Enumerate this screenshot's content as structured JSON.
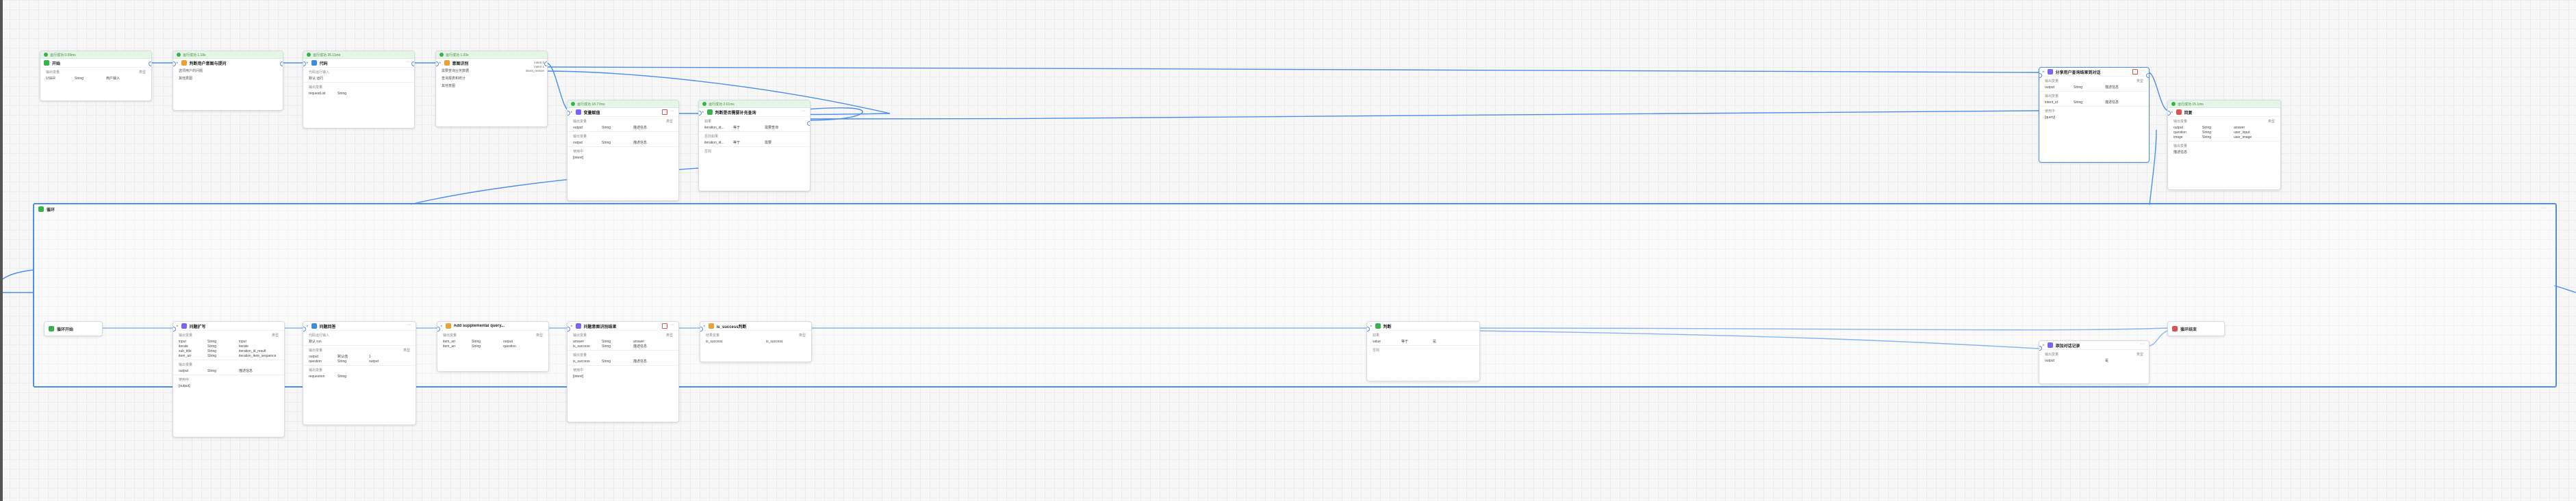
{
  "colors": {
    "accent": "#4a8ef0",
    "success": "#36b44a",
    "status_bg": "#e6f6e6"
  },
  "status": {
    "n_start": "运行成功 0.09ms",
    "n1": "运行成功 1.18s",
    "n2": "运行成功 35.11ms",
    "n3": "运行成功 1.03s",
    "n4": "运行成功 18.77ms",
    "n5": "运行成功 2.61ms",
    "n_right2": "运行成功 15.1ms"
  },
  "nodes": {
    "start": {
      "title": "开始",
      "sec_out": "输出变量",
      "sec_type": "类型",
      "r1": [
        "USER",
        "String",
        "用户输入"
      ]
    },
    "n1": {
      "title": "判断用户意图与提问",
      "items": [
        "选项用户的问题",
        "其他意图"
      ]
    },
    "n2": {
      "title": "代码",
      "sec_in": "代码运行输入",
      "in_val": "默认 运行",
      "sec_out": "输出变量",
      "r1": [
        "requestList",
        "String"
      ]
    },
    "n3": {
      "title": "意图识别",
      "items": [
        "需要查询业务数据",
        "查询报表和统计",
        "其他意图"
      ],
      "labels": [
        "intent 0",
        "intent 1",
        "intent_reason"
      ]
    },
    "n4": {
      "title": "变量赋值",
      "sec_out": "输出变量",
      "sec_type": "类型",
      "r1": [
        "output",
        "String",
        "描述信息"
      ],
      "sec_in": "输出变量",
      "r2": [
        "output",
        "String",
        "描述信息"
      ],
      "sec_used": "使用中",
      "used": "[intent]"
    },
    "n5": {
      "title": "判断是否需要补充查询",
      "if_lbl": "如果",
      "r1": [
        "iteration_id...",
        "等于",
        "需要查询"
      ],
      "elif_lbl": "否则如果",
      "r2": [
        "iteration_id...",
        "等于",
        "需要"
      ],
      "else_lbl": "否则"
    },
    "r1": {
      "title": "分享用户查询结果到对话",
      "sec_out": "输出变量",
      "sec_type": "类型",
      "r1": [
        "output",
        "String",
        "描述信息"
      ],
      "sec_in": "输出变量",
      "r2": [
        "intent_id",
        "String",
        "描述信息"
      ],
      "sec_used": "使用中",
      "used": "[query]"
    },
    "r2": {
      "title": "回复",
      "sec_out": "输出变量",
      "sec_type": "类型",
      "r1": [
        "output",
        "String",
        "answer"
      ],
      "r2": [
        "question",
        "String",
        "user_input"
      ],
      "r3": [
        "image",
        "String",
        "user_image"
      ],
      "sec_in": "输出变量",
      "used": "描述信息"
    }
  },
  "loop": {
    "title": "循环",
    "start_label": "循环开始",
    "end_label": "循环结束"
  },
  "inner": {
    "a": {
      "title": "问题扩写",
      "sec_out": "输出变量",
      "sec_type": "类型",
      "rows": [
        [
          "input",
          "String",
          "input"
        ],
        [
          "iterate",
          "String",
          "iterate"
        ],
        [
          "sub_title",
          "String",
          "iteration_id_result"
        ],
        [
          "item_arr",
          "String",
          "iteration_item_sequence"
        ]
      ],
      "sec_in": "输出变量",
      "r_out": [
        "output",
        "String",
        "描述信息"
      ],
      "sec_used": "使用中",
      "used": "[output]"
    },
    "b": {
      "title": "问题回答",
      "sec_in": "代码运行输入",
      "in_val": "默认 run",
      "sec_mid": "输出变量",
      "sec_type": "类型",
      "rows": [
        [
          "output",
          "默认值",
          "1"
        ],
        [
          "question",
          "String",
          "output"
        ]
      ],
      "sec_out": "输出变量",
      "r_out": [
        "requestion",
        "String"
      ]
    },
    "c": {
      "title": "Add supplemental query...",
      "sec_var": "输出变量",
      "sec_type": "类型",
      "rows": [
        [
          "item_arr",
          "String",
          "output"
        ],
        [
          "item_arr",
          "String",
          "question"
        ]
      ]
    },
    "d": {
      "title": "问题意图识别结果",
      "sec_out": "输出变量",
      "sec_type": "类型",
      "rows": [
        [
          "answer",
          "String",
          "answer"
        ],
        [
          "is_success",
          "String",
          "描述信息"
        ]
      ],
      "sec_in": "输出变量",
      "r_out": [
        "is_success",
        "String",
        "描述信息"
      ],
      "sec_used": "使用中",
      "used": "[intent]"
    },
    "e": {
      "title": "is_success判断",
      "sec_var": "结果变量",
      "sec_type": "类型",
      "rows": [
        [
          "is_success",
          "",
          "is_success"
        ]
      ]
    },
    "f": {
      "title": "判断",
      "if_lbl": "如果",
      "row": [
        "value",
        "等于",
        "是"
      ],
      "else_lbl": "否则"
    },
    "g": {
      "title": "添加对话记录",
      "sec_out": "输出变量",
      "sec_type": "类型",
      "rows": [
        [
          "output",
          "",
          "是"
        ]
      ]
    },
    "h": {
      "title": "循环结束"
    }
  }
}
